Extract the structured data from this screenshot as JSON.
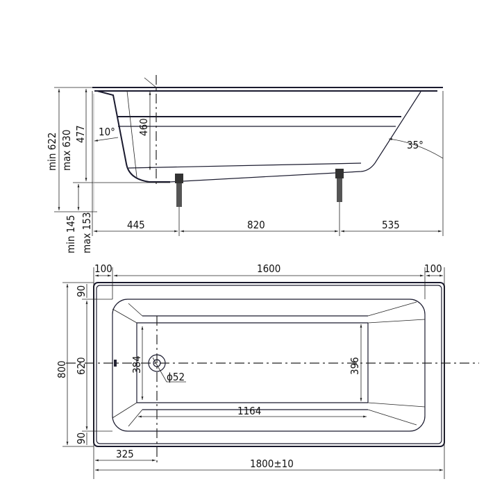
{
  "side_view": {
    "dim_min_622": "min 622",
    "dim_max_630": "max 630",
    "dim_477": "477",
    "dim_460": "460",
    "angle_10": "10°",
    "angle_35": "35°",
    "dim_min_145": "min 145",
    "dim_max_153": "max 153",
    "dim_445": "445",
    "dim_820": "820",
    "dim_535": "535"
  },
  "top_view": {
    "dim_100_left": "100",
    "dim_1600": "1600",
    "dim_100_right": "100",
    "dim_800": "800",
    "dim_620": "620",
    "dim_90_top": "90",
    "dim_90_bottom": "90",
    "dim_384": "384",
    "dim_396": "396",
    "dim_drain": "ϕ52",
    "dim_1164": "1164",
    "dim_325": "325",
    "dim_1800": "1800±10"
  },
  "colors": {
    "line": "#1a1a2e",
    "background": "#ffffff"
  }
}
